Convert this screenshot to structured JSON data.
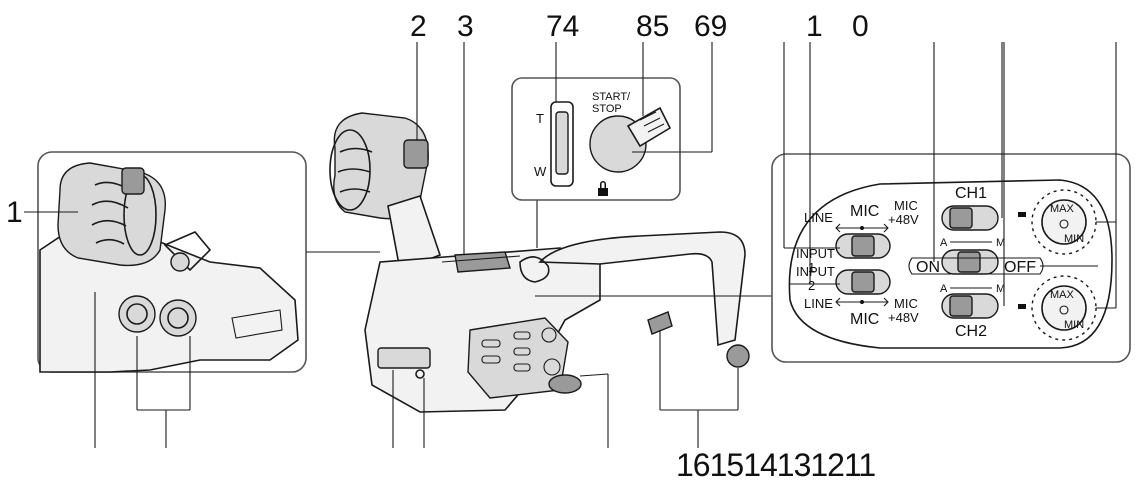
{
  "callouts": {
    "n1_left": "1",
    "n2": "2",
    "n3": "3",
    "n74": "74",
    "n85": "85",
    "n69": "69",
    "n1_right": "1",
    "n0": "0",
    "bottom_row": "161514131211"
  },
  "zoom_inset": {
    "t_label": "T",
    "w_label": "W",
    "start_stop_line1": "START/",
    "start_stop_line2": "STOP"
  },
  "control_panel": {
    "line_top": "LINE",
    "mic_top": "MIC",
    "mic48_top_line1": "MIC",
    "mic48_top_line2": "+48V",
    "input1_line1": "INPUT",
    "input1_line2": "1",
    "input2_line1": "INPUT",
    "input2_line2": "2",
    "line_bottom": "LINE",
    "mic_bottom": "MIC",
    "mic48_bottom_line1": "MIC",
    "mic48_bottom_line2": "+48V",
    "ch1": "CH1",
    "ch2": "CH2",
    "a_top": "A",
    "m_top": "M",
    "a_bottom": "A",
    "m_bottom": "M",
    "on": "ON",
    "off": "OFF",
    "dial_max": "MAX",
    "dial_min": "MIN"
  }
}
